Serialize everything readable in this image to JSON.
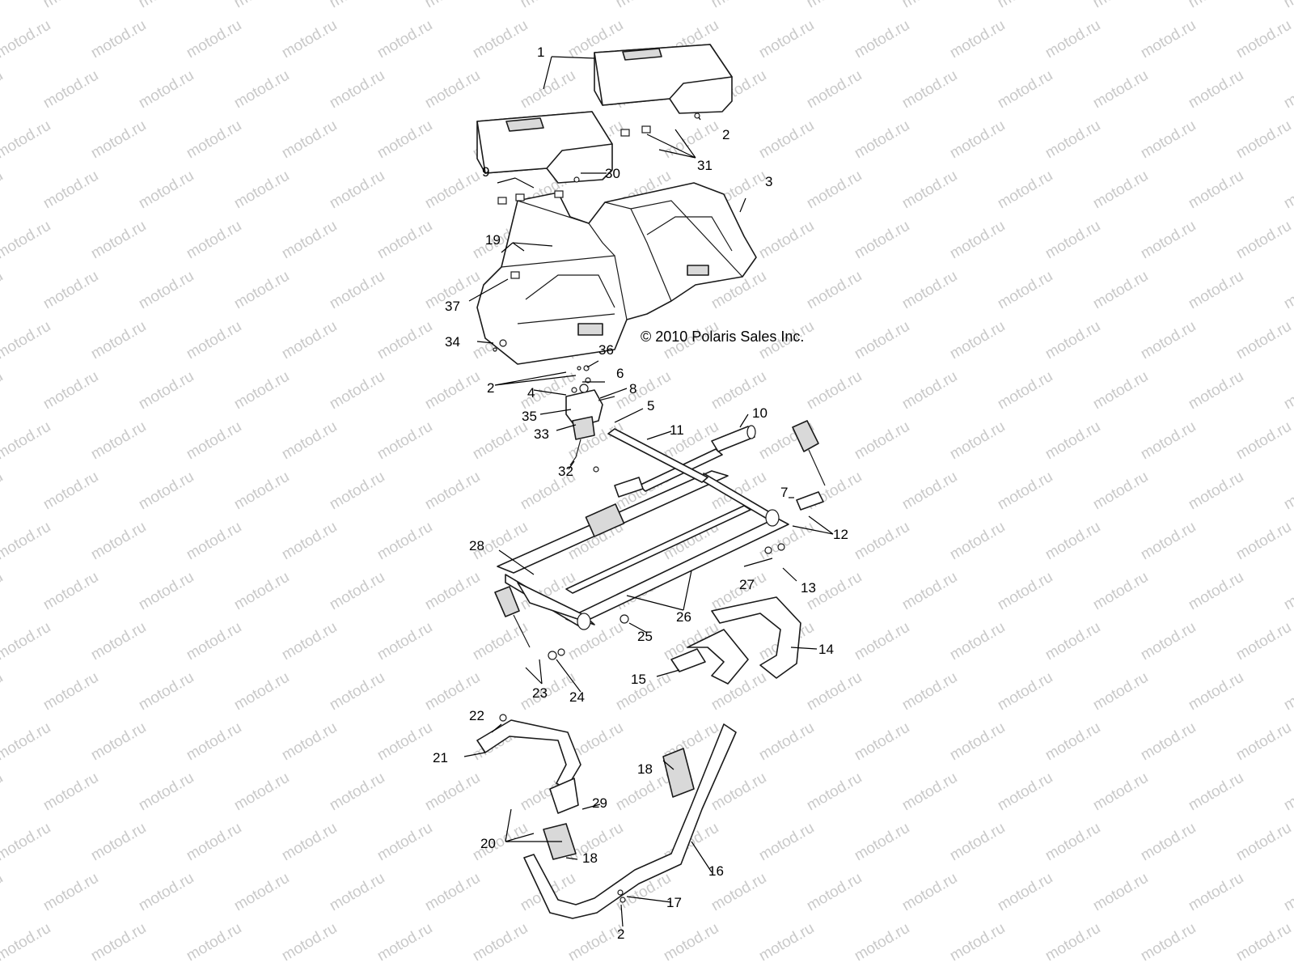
{
  "watermark": "motod.ru",
  "copyright": "© 2010 Polaris Sales Inc.",
  "callouts": [
    {
      "id": "1",
      "label": "1"
    },
    {
      "id": "2",
      "label": "2"
    },
    {
      "id": "3",
      "label": "3"
    },
    {
      "id": "4",
      "label": "4"
    },
    {
      "id": "5",
      "label": "5"
    },
    {
      "id": "6",
      "label": "6"
    },
    {
      "id": "7",
      "label": "7"
    },
    {
      "id": "8",
      "label": "8"
    },
    {
      "id": "9",
      "label": "9"
    },
    {
      "id": "10",
      "label": "10"
    },
    {
      "id": "11",
      "label": "11"
    },
    {
      "id": "12",
      "label": "12"
    },
    {
      "id": "13",
      "label": "13"
    },
    {
      "id": "14",
      "label": "14"
    },
    {
      "id": "15",
      "label": "15"
    },
    {
      "id": "16",
      "label": "16"
    },
    {
      "id": "17",
      "label": "17"
    },
    {
      "id": "18",
      "label": "18"
    },
    {
      "id": "19",
      "label": "19"
    },
    {
      "id": "20",
      "label": "20"
    },
    {
      "id": "21",
      "label": "21"
    },
    {
      "id": "22",
      "label": "22"
    },
    {
      "id": "23",
      "label": "23"
    },
    {
      "id": "24",
      "label": "24"
    },
    {
      "id": "25",
      "label": "25"
    },
    {
      "id": "26",
      "label": "26"
    },
    {
      "id": "27",
      "label": "27"
    },
    {
      "id": "28",
      "label": "28"
    },
    {
      "id": "29",
      "label": "29"
    },
    {
      "id": "30",
      "label": "30"
    },
    {
      "id": "31",
      "label": "31"
    },
    {
      "id": "32",
      "label": "32"
    },
    {
      "id": "33",
      "label": "33"
    },
    {
      "id": "34",
      "label": "34"
    },
    {
      "id": "35",
      "label": "35"
    },
    {
      "id": "36",
      "label": "36"
    },
    {
      "id": "37",
      "label": "37"
    }
  ]
}
